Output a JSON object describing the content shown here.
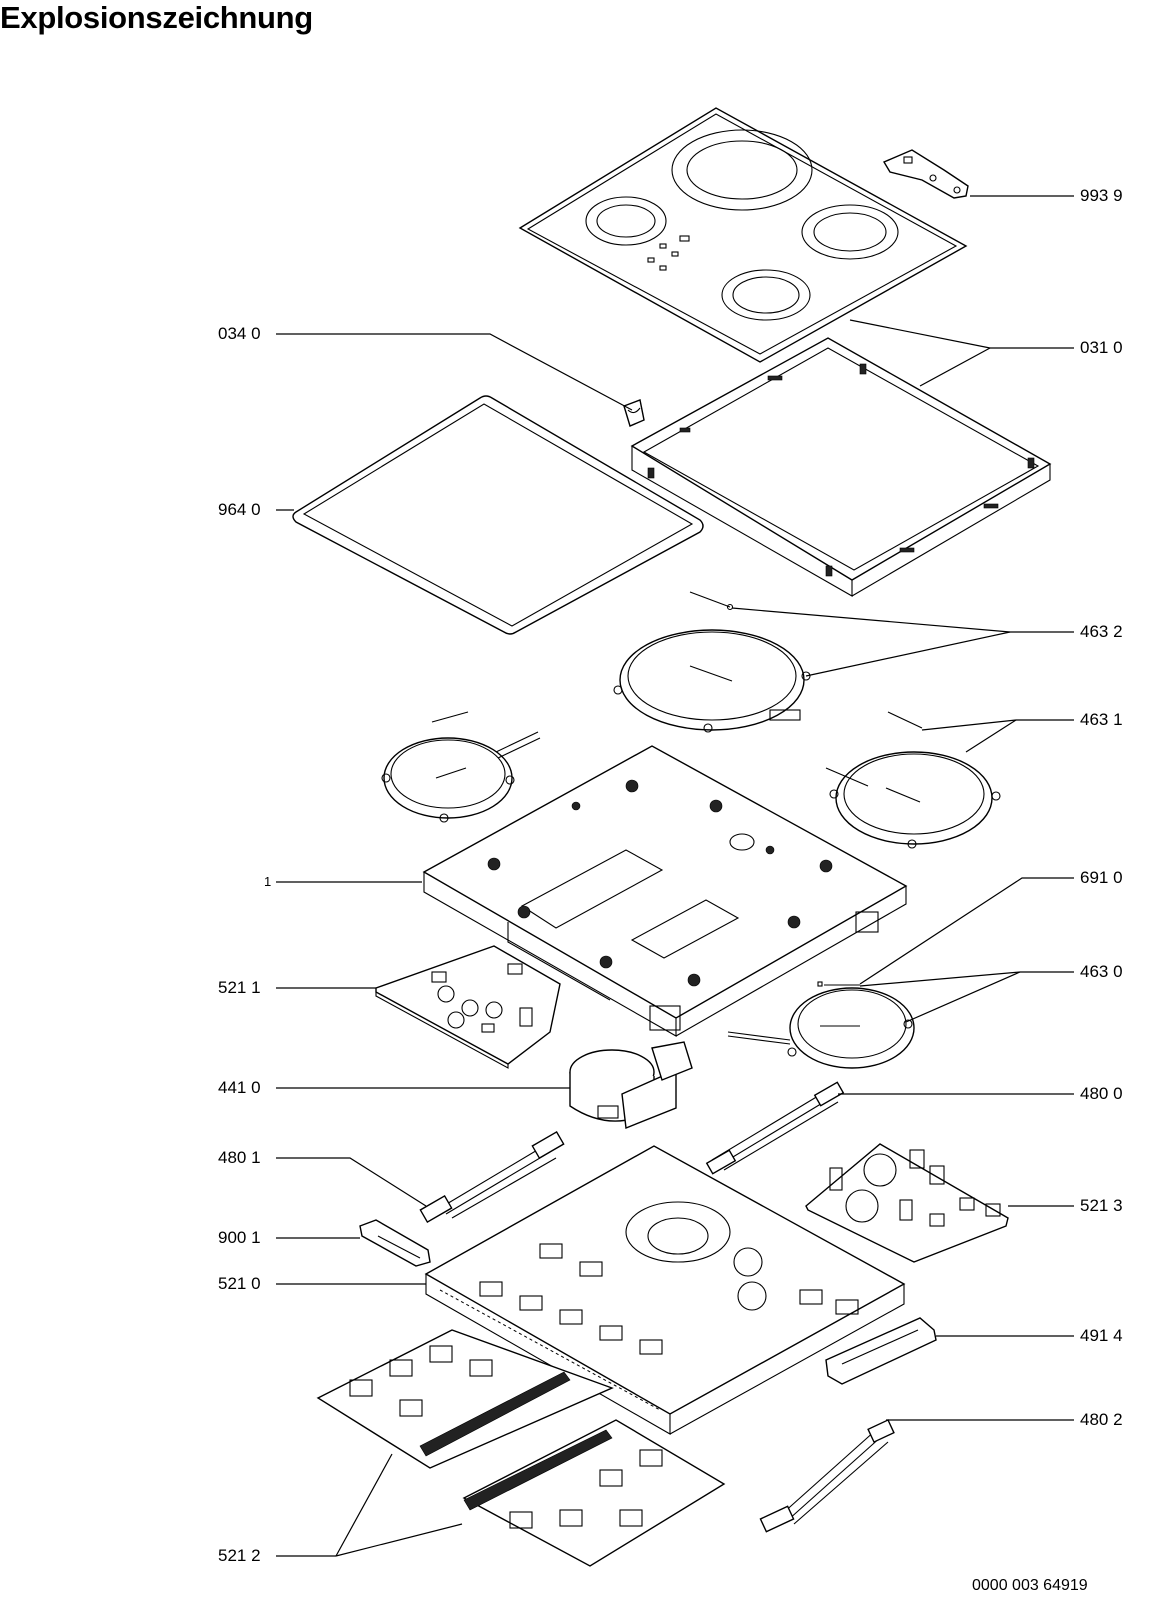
{
  "title": "Explosionszeichnung",
  "document_number": "0000 003 64919",
  "callouts": {
    "c9939": "993 9",
    "c0340": "034 0",
    "c0310": "031 0",
    "c9640": "964 0",
    "c4632": "463 2",
    "c4631": "463 1",
    "c1": "1",
    "c6910": "691 0",
    "c5211": "521 1",
    "c4630": "463 0",
    "c4410": "441 0",
    "c4800": "480 0",
    "c4801": "480 1",
    "c5213": "521 3",
    "c9001": "900 1",
    "c5210": "521 0",
    "c4914": "491 4",
    "c4802": "480 2",
    "c5212": "521 2"
  }
}
